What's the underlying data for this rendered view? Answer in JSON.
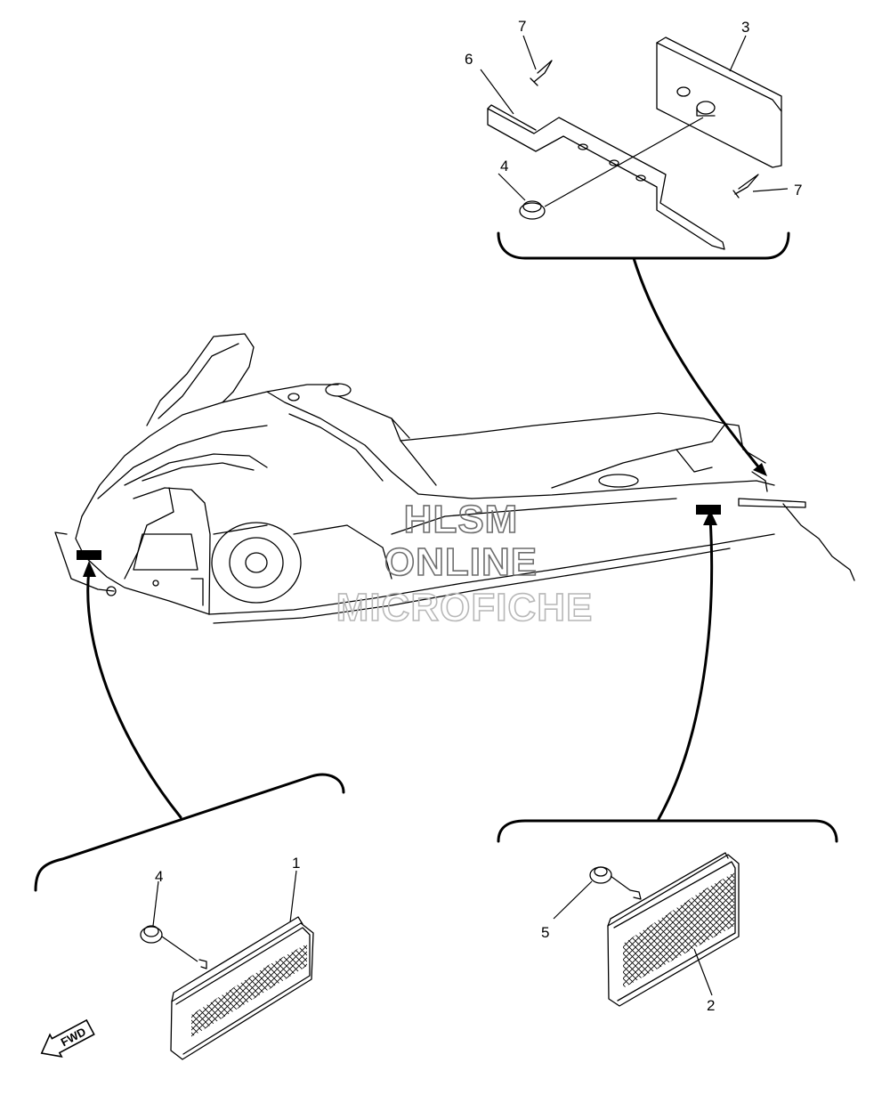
{
  "callouts": {
    "c1": "1",
    "c2": "2",
    "c3": "3",
    "c4_top": "4",
    "c4_bottom": "4",
    "c5": "5",
    "c6": "6",
    "c7_top": "7",
    "c7_right": "7"
  },
  "watermark": {
    "line1": "HLSM",
    "line2": "ONLINE",
    "line3": "MICROFICHE"
  },
  "direction_label": "FWD",
  "icons": {
    "direction": "fwd-arrow-icon"
  }
}
